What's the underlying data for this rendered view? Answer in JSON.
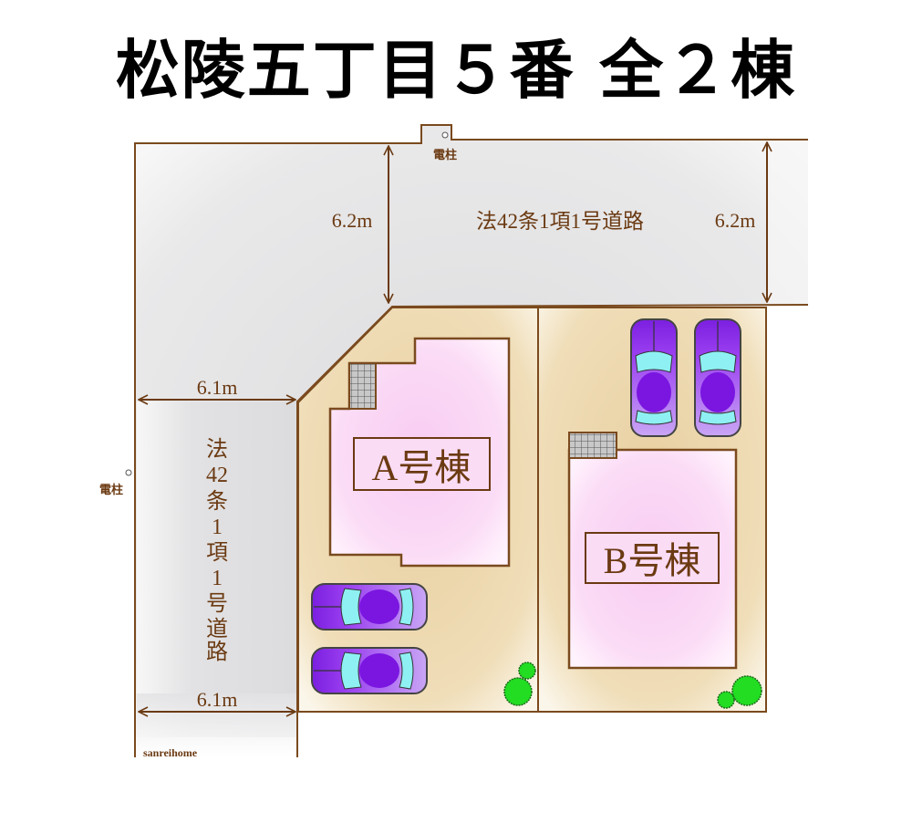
{
  "title": "松陵五丁目５番 全２棟",
  "colors": {
    "outline": "#7a4a1e",
    "road": "#e4e4e6",
    "lot": "#efdcb6",
    "house": "#f9d2f4",
    "car_body": "#8a2be2",
    "car_glass": "#8ef0f2",
    "tree": "#22dd22"
  },
  "roads": {
    "north": {
      "label": "法42条1項1号道路",
      "width_left": "6.2m",
      "width_right": "6.2m"
    },
    "west": {
      "label_chars": [
        "法",
        "42",
        "条",
        "1",
        "項",
        "1",
        "号",
        "道",
        "路"
      ],
      "width_top": "6.1m",
      "width_bottom": "6.1m"
    }
  },
  "poles": {
    "north_label": "電柱",
    "west_label": "電柱"
  },
  "buildings": {
    "a": {
      "label": "A号棟"
    },
    "b": {
      "label": "B号棟"
    }
  },
  "watermark": "sanreihome"
}
